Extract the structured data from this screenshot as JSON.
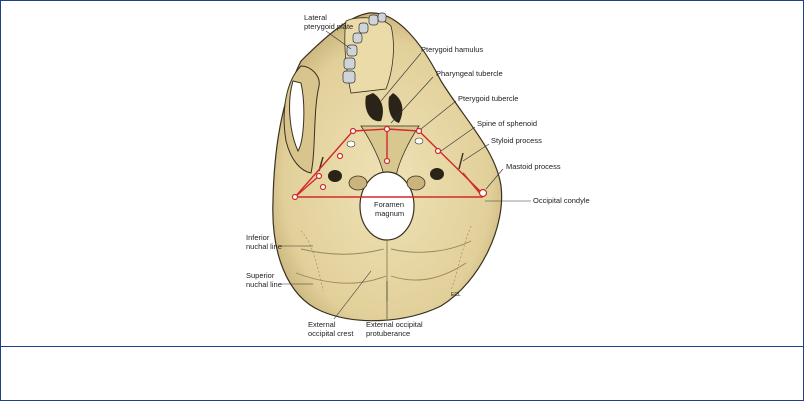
{
  "figure": {
    "labels": {
      "lateral_pterygoid_plate": [
        "Lateral",
        "pterygoid plate"
      ],
      "pterygoid_hamulus": "Pterygoid hamulus",
      "pharyngeal_tubercle": "Pharyngeal tubercle",
      "pterygoid_tubercle": "Pterygoid tubercle",
      "spine_of_sphenoid": "Spine of sphenoid",
      "styloid_process": "Styloid process",
      "mastoid_process": "Mastoid process",
      "occipital_condyle": "Occipital condyle",
      "foramen_magnum": [
        "Foramen",
        "magnum"
      ],
      "inferior_nuchal_line": [
        "Inferior",
        "nuchal line"
      ],
      "superior_nuchal_line": [
        "Superior",
        "nuchal line"
      ],
      "external_occipital_crest": [
        "External",
        "occipital crest"
      ],
      "external_occipital_protuberance": [
        "External occipital",
        "protuberance"
      ]
    },
    "colors": {
      "bone": "#e6d6a4",
      "bone_shadow": "#b9a572",
      "outline": "#3a3020",
      "red_line": "#d22a2a",
      "border": "#1f3f8a"
    }
  },
  "caption": {
    "text": ""
  }
}
